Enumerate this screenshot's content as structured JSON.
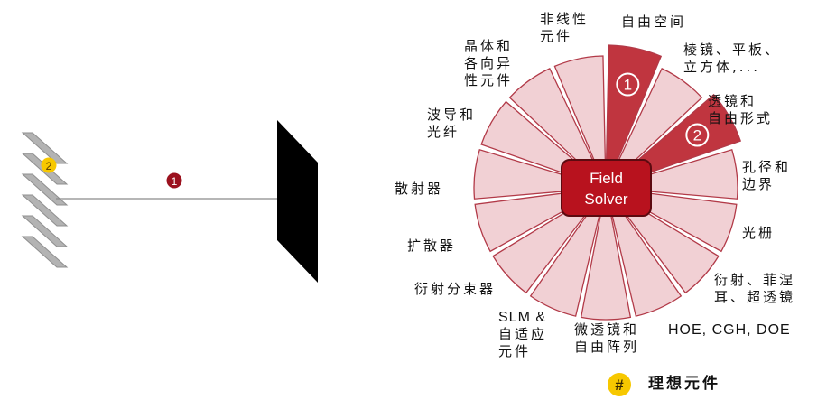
{
  "colors": {
    "wedge_fill": "#f1d0d4",
    "wedge_stroke": "#b23a48",
    "highlight_fill": "#c0353f",
    "hub_fill": "#b8121e",
    "hub_stroke": "#5c0a10",
    "badge_yellow": "#f7c800",
    "grating_gray": "#b3b3b3",
    "screen_black": "#000000"
  },
  "left_diagram": {
    "grating_badge": "2",
    "beam_badge": "1"
  },
  "hub": {
    "line1": "Field",
    "line2": "Solver"
  },
  "wheel": {
    "highlight_badges": [
      "1",
      "2"
    ],
    "segments": [
      {
        "lines": [
          "自由空间"
        ],
        "highlight": true
      },
      {
        "lines": [
          "棱镜、平板、",
          "立方体,..."
        ],
        "highlight": false
      },
      {
        "lines": [
          "透镜和",
          "自由形式"
        ],
        "highlight": true
      },
      {
        "lines": [
          "孔径和",
          "边界"
        ],
        "highlight": false
      },
      {
        "lines": [
          "光栅"
        ],
        "highlight": false
      },
      {
        "lines": [
          "衍射、菲涅",
          "耳、超透镜"
        ],
        "highlight": false
      },
      {
        "lines": [
          "HOE, CGH, DOE"
        ],
        "highlight": false
      },
      {
        "lines": [
          "微透镜和",
          "自由阵列"
        ],
        "highlight": false
      },
      {
        "lines": [
          "SLM &",
          "自适应",
          "元件"
        ],
        "highlight": false
      },
      {
        "lines": [
          "衍射分束器"
        ],
        "highlight": false
      },
      {
        "lines": [
          "扩散器"
        ],
        "highlight": false
      },
      {
        "lines": [
          "散射器"
        ],
        "highlight": false
      },
      {
        "lines": [
          "波导和",
          "光纤"
        ],
        "highlight": false
      },
      {
        "lines": [
          "晶体和",
          "各向异",
          "性元件"
        ],
        "highlight": false
      },
      {
        "lines": [
          "非线性",
          "元件"
        ],
        "highlight": false
      }
    ]
  },
  "legend": {
    "symbol": "#",
    "label": "理想元件"
  }
}
